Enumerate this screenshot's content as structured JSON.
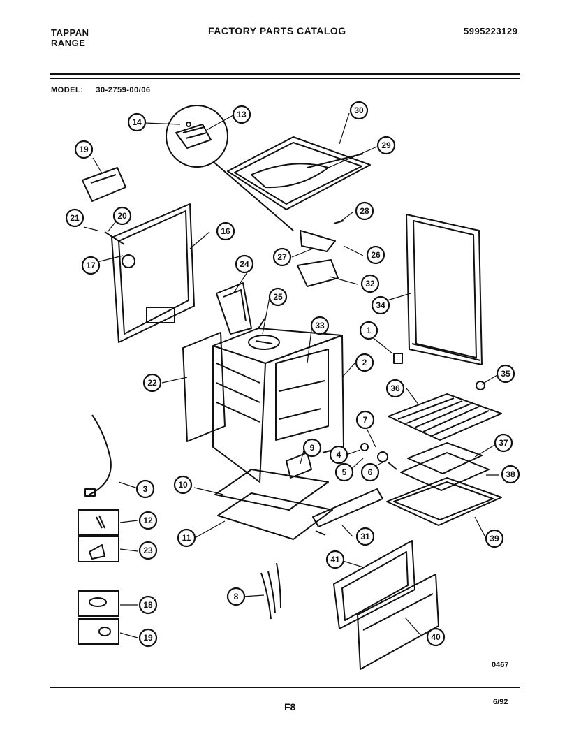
{
  "header": {
    "brand_line1": "TAPPAN",
    "brand_line2": "RANGE",
    "catalog_title": "FACTORY PARTS CATALOG",
    "publication_number": "5995223129",
    "model_label": "MODEL:",
    "model_number": "30-2759-00/06"
  },
  "callouts": [
    "14",
    "13",
    "30",
    "29",
    "19",
    "21",
    "20",
    "16",
    "17",
    "28",
    "27",
    "26",
    "32",
    "24",
    "25",
    "33",
    "34",
    "22",
    "1",
    "2",
    "35",
    "36",
    "7",
    "9",
    "4",
    "5",
    "6",
    "37",
    "3",
    "10",
    "38",
    "12",
    "11",
    "31",
    "39",
    "23",
    "41",
    "8",
    "18",
    "40",
    "19"
  ],
  "footer": {
    "drawing_number": "0467",
    "page": "F8",
    "date": "6/92"
  }
}
